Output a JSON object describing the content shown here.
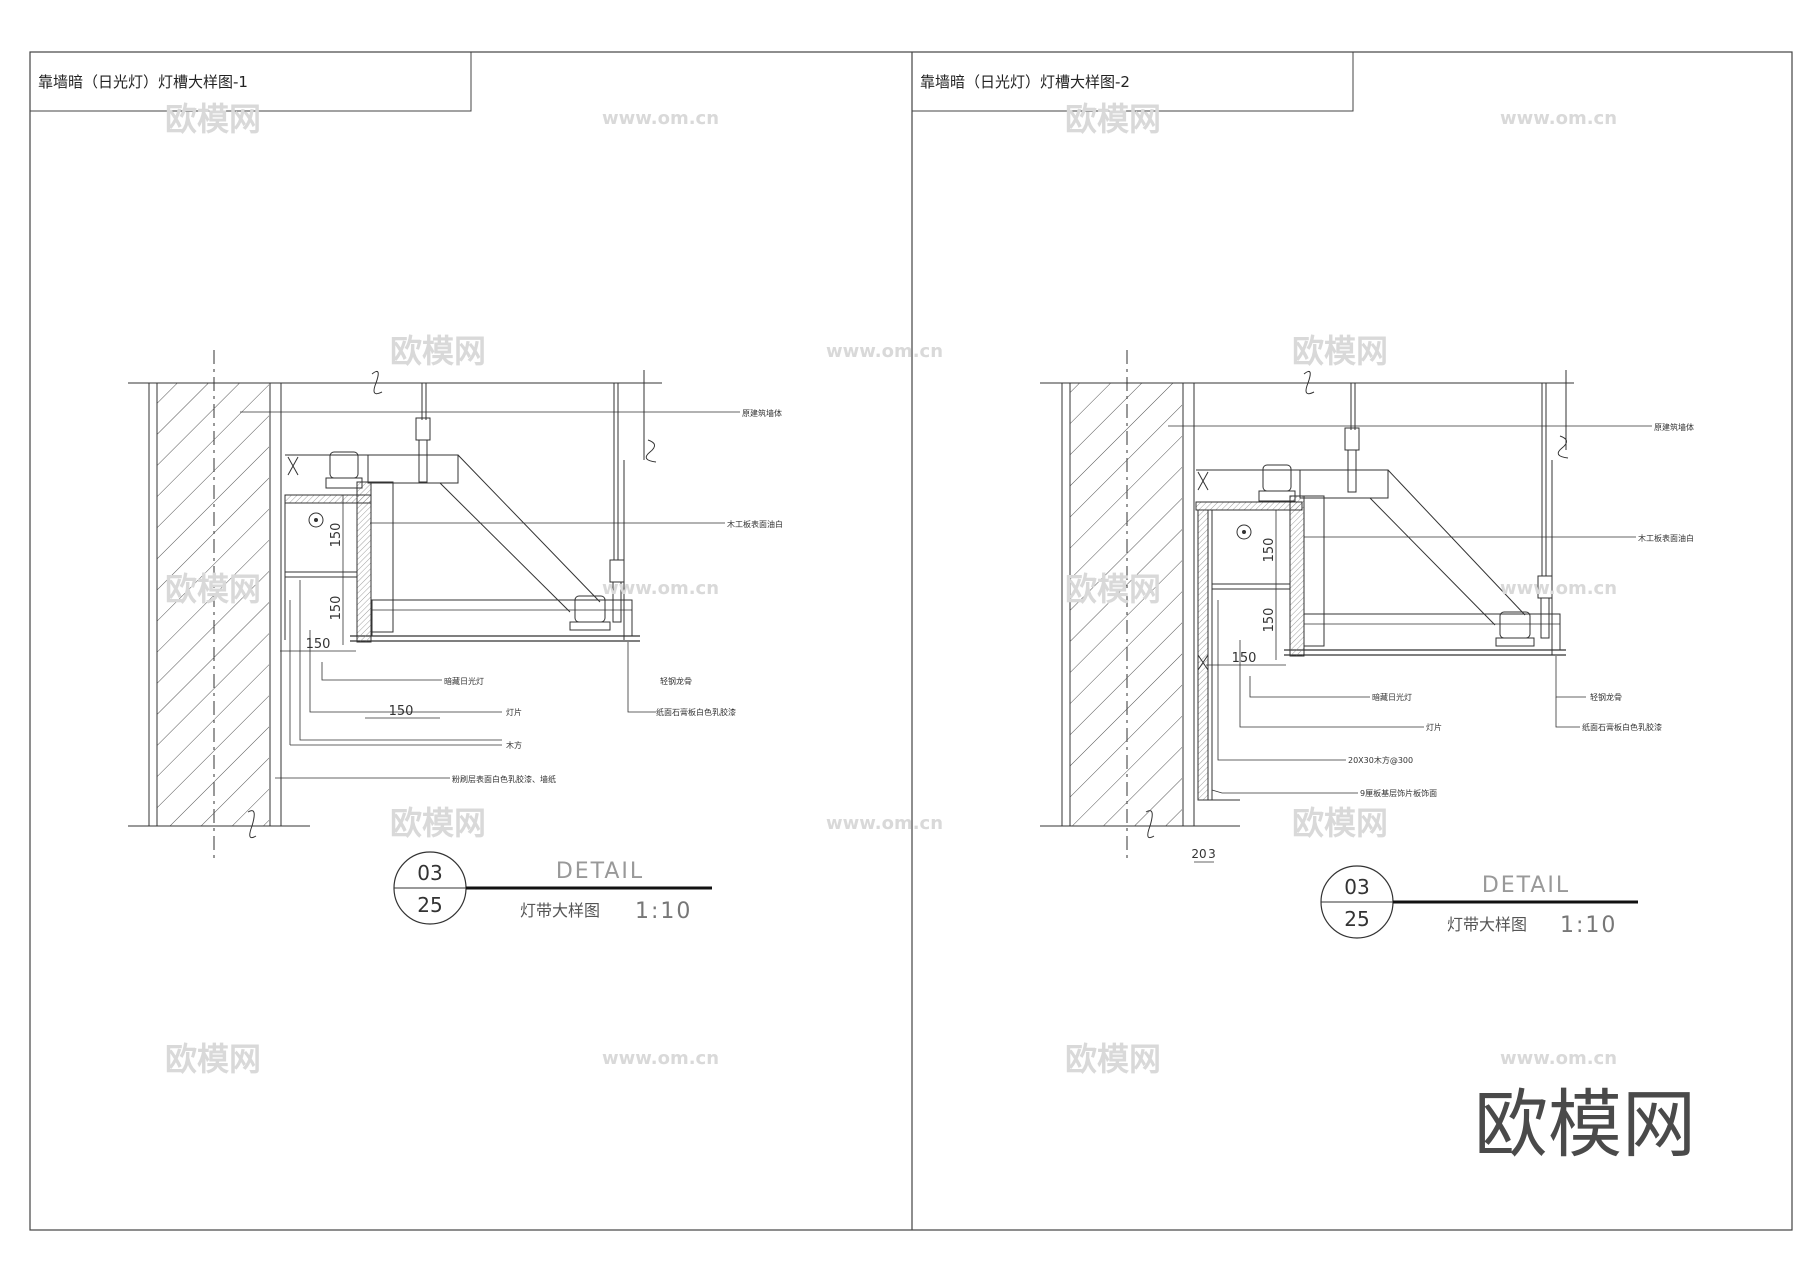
{
  "panels": [
    {
      "title": "靠墙暗（日光灯）灯槽大样图-1",
      "labels": {
        "wall": "原建筑墙体",
        "board": "木工板表面油白",
        "lamp": "暗藏日光灯",
        "keel": "轻钢龙骨",
        "lampPiece": "灯片",
        "gypsum": "纸面石膏板白色乳胶漆",
        "timber": "木方",
        "wallFinish": "粉刷层表面白色乳胶漆、墙纸"
      },
      "dims": {
        "d1": "150",
        "d2": "150",
        "d3": "150",
        "d4": "150"
      },
      "bubble": {
        "top": "03",
        "bottom": "25"
      },
      "caption": {
        "heading": "DETAIL",
        "name": "灯带大样图",
        "scale": "1:10"
      }
    },
    {
      "title": "靠墙暗（日光灯）灯槽大样图-2",
      "labels": {
        "wall": "原建筑墙体",
        "board": "木工板表面油白",
        "lamp": "暗藏日光灯",
        "keel": "轻钢龙骨",
        "lampPiece": "灯片",
        "gypsum": "纸面石膏板白色乳胶漆",
        "timber": "20X30木方@300",
        "plywood": "9厘板基层饰片板饰面"
      },
      "dims": {
        "d1": "150",
        "d2": "150",
        "d3": "150",
        "d4": "20",
        "d5": "3"
      },
      "bubble": {
        "top": "03",
        "bottom": "25"
      },
      "caption": {
        "heading": "DETAIL",
        "name": "灯带大样图",
        "scale": "1:10"
      }
    }
  ],
  "watermarks": {
    "brand": "欧模网",
    "url": "www.om.cn"
  }
}
